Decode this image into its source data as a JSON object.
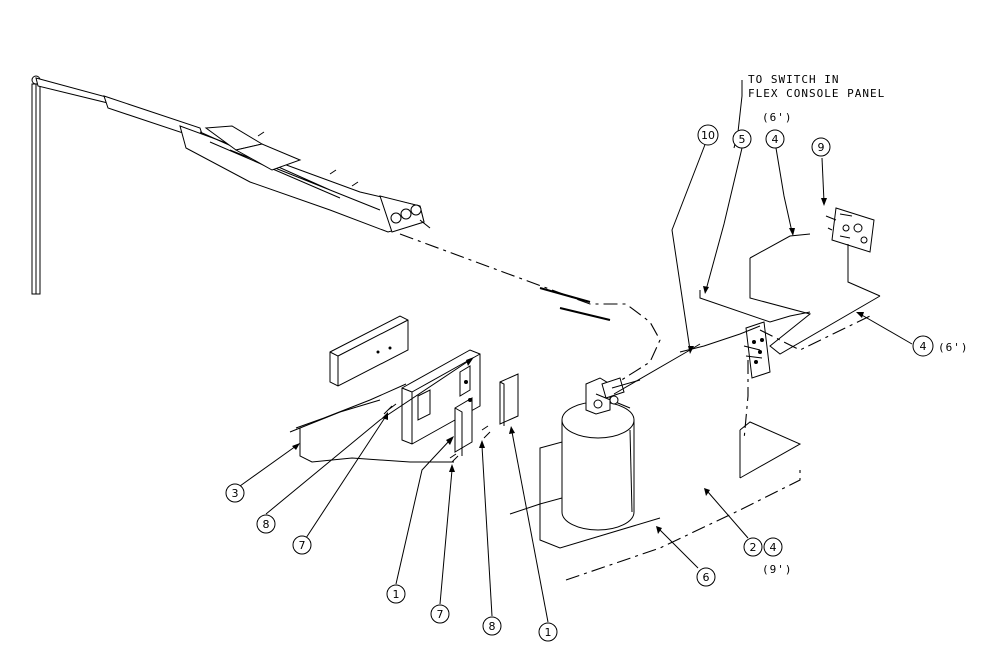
{
  "note": {
    "line1": "TO SWITCH IN",
    "line2": "FLEX CONSOLE PANEL"
  },
  "lengths": {
    "top_6ft": "(6')",
    "right_6ft": "(6')",
    "bottom_9ft": "(9')"
  },
  "callouts": [
    {
      "id": "c10",
      "label": "10"
    },
    {
      "id": "c5",
      "label": "5"
    },
    {
      "id": "c4a",
      "label": "4"
    },
    {
      "id": "c9",
      "label": "9"
    },
    {
      "id": "c4b",
      "label": "4"
    },
    {
      "id": "c3",
      "label": "3"
    },
    {
      "id": "c8a",
      "label": "8"
    },
    {
      "id": "c7a",
      "label": "7"
    },
    {
      "id": "c1a",
      "label": "1"
    },
    {
      "id": "c7b",
      "label": "7"
    },
    {
      "id": "c8b",
      "label": "8"
    },
    {
      "id": "c1b",
      "label": "1"
    },
    {
      "id": "c6",
      "label": "6"
    },
    {
      "id": "c2",
      "label": "2"
    },
    {
      "id": "c4c",
      "label": "4"
    }
  ]
}
